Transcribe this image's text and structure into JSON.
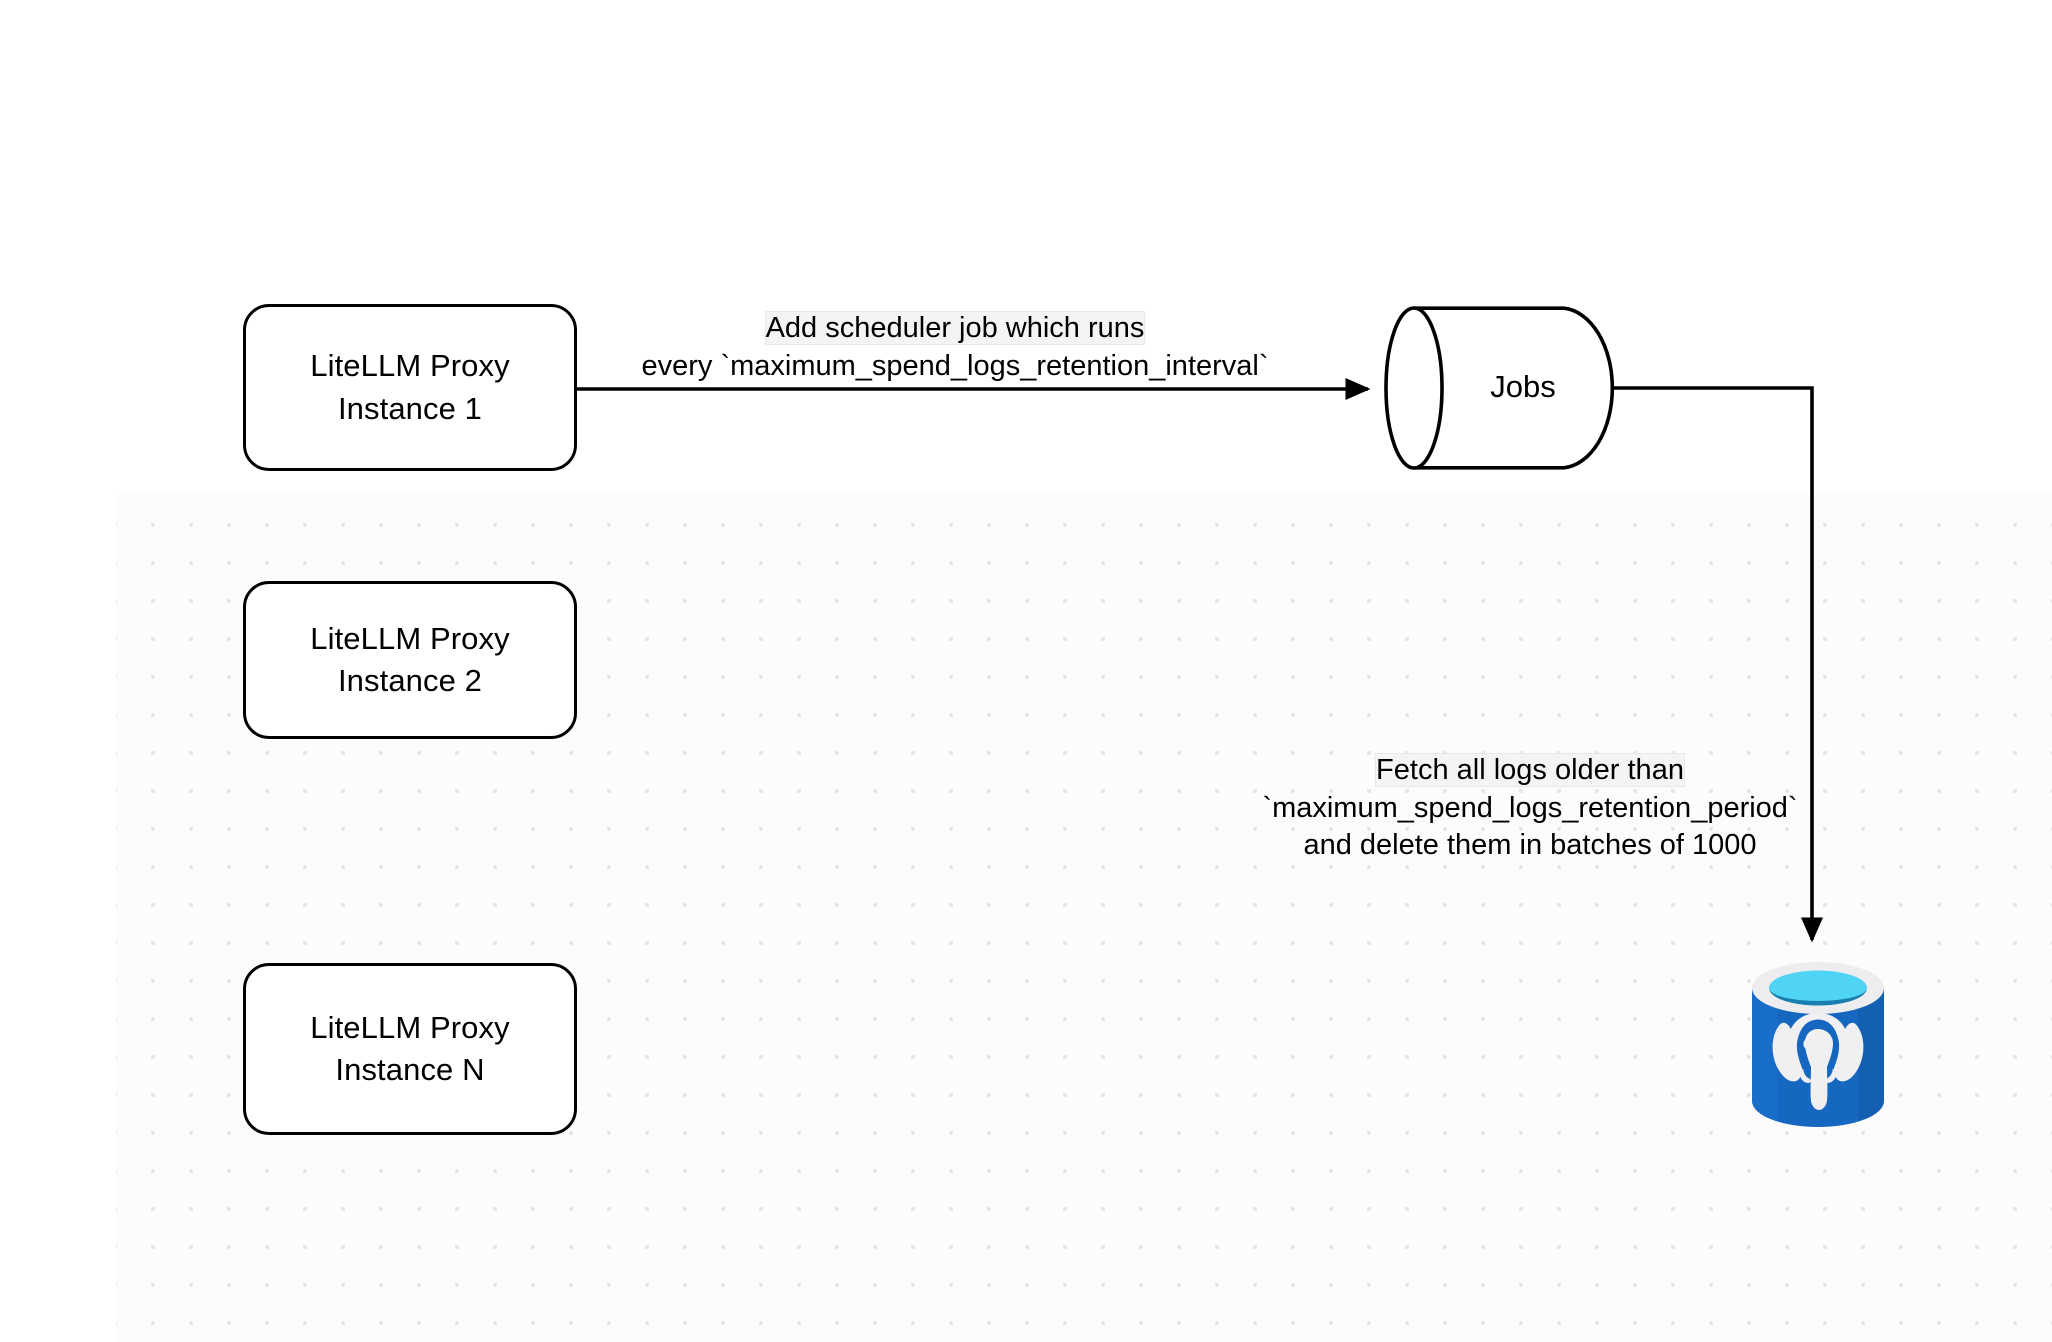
{
  "diagram": {
    "title": "LiteLLM spend logs retention scheduler flow",
    "background": "#ffffff",
    "grid_dot_color": "#e6e6e8",
    "stroke_color": "#000000"
  },
  "nodes": {
    "proxies": [
      {
        "id": "proxy-1",
        "line1": "LiteLLM Proxy",
        "line2": "Instance 1"
      },
      {
        "id": "proxy-2",
        "line1": "LiteLLM Proxy",
        "line2": "Instance 2"
      },
      {
        "id": "proxy-3",
        "line1": "LiteLLM Proxy",
        "line2": "Instance N"
      }
    ],
    "jobs_store": {
      "label": "Jobs",
      "shape": "cylinder"
    },
    "database": {
      "label": "postgresql-database-icon",
      "shape": "database-cylinder",
      "colors": {
        "body": "#1567c0",
        "body_light": "#1a73cc",
        "body_shadow": "#1257a4",
        "rim": "#ededef",
        "rim_shadow": "#d8d8dc",
        "top_inner": "#4fd4f5",
        "top_inner_shadow": "#1a7fae",
        "elephant": "#f0f0f2"
      }
    }
  },
  "edges": [
    {
      "id": "scheduler-edge",
      "from": "proxy-1",
      "to": "jobs_store",
      "label_lines": [
        "Add scheduler job which runs",
        "every `maximum_spend_logs_retention_interval`"
      ],
      "label_highlight": "Add scheduler "
    },
    {
      "id": "cleanup-edge",
      "from": "jobs_store",
      "to": "database",
      "label_lines": [
        "Fetch all logs older than",
        "`maximum_spend_logs_retention_period`",
        "and delete them in batches of 1000"
      ],
      "label_highlight": "Fetch all logs older than"
    }
  ]
}
